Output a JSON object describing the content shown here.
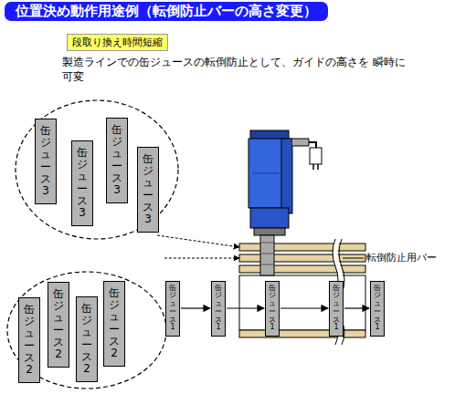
{
  "diagram": {
    "title": "位置決め動作用途例（転倒防止バーの高さ変更）",
    "nodes": [
      {
        "text": [
          "段取り換え時間短縮"
        ]
      },
      {
        "text": [
          "缶ジュース3"
        ]
      },
      {
        "text": [
          "缶ジュース3"
        ]
      },
      {
        "text": [
          "缶ジュース3"
        ]
      },
      {
        "text": [
          "缶ジュース3"
        ]
      },
      {
        "text": [
          "缶ジュース2"
        ]
      },
      {
        "text": [
          "缶ジュース2"
        ]
      },
      {
        "text": [
          "缶ジュース2"
        ]
      },
      {
        "text": [
          "缶ジュース2"
        ]
      },
      {
        "text": [
          "缶ジュース1"
        ]
      },
      {
        "text": [
          "缶ジュース1"
        ]
      },
      {
        "text": [
          "缶ジュース1"
        ]
      },
      {
        "text": [
          "缶ジュース1"
        ]
      },
      {
        "text": [
          "缶ジュース1"
        ]
      }
    ],
    "edges": [
      {
        "from": 9,
        "to": 10,
        "arrow": "to"
      },
      {
        "from": 10,
        "to": 11,
        "arrow": "to"
      },
      {
        "from": 11,
        "to": 12,
        "arrow": "to"
      },
      {
        "from": 12,
        "to": 13,
        "arrow": "to"
      }
    ],
    "labels": [
      "製造ラインでの缶ジュースの転倒防止として、ガイドの高さを 瞬時に可変",
      "転倒防止用バー"
    ]
  }
}
